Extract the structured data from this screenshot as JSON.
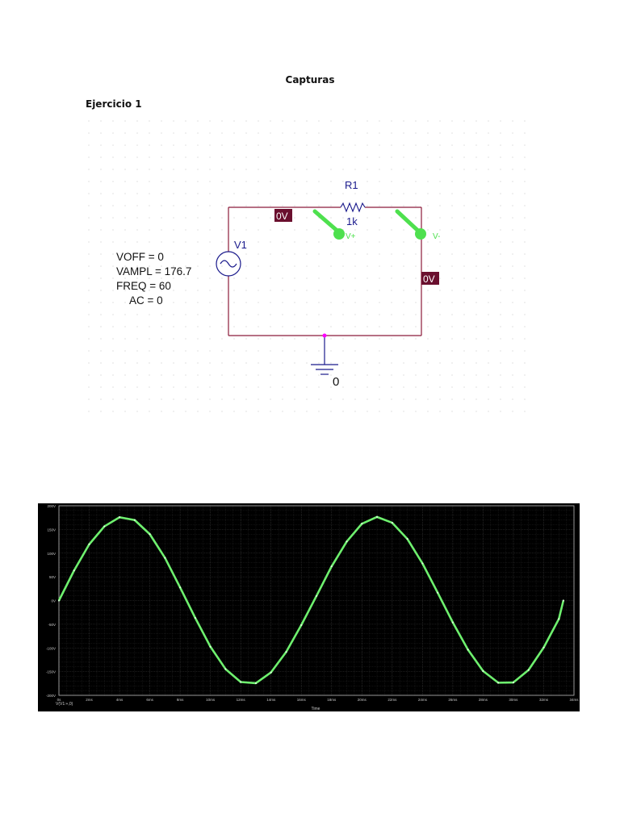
{
  "document": {
    "title": "Capturas",
    "section_title": "Ejercicio 1"
  },
  "schematic": {
    "resistor": {
      "ref": "R1",
      "value": "1k"
    },
    "source": {
      "ref": "V1",
      "params": [
        "VOFF = 0",
        "VAMPL = 176.7",
        "FREQ = 60",
        "AC = 0"
      ]
    },
    "voltage_markers": [
      "0V",
      "0V"
    ],
    "probes": {
      "positive": "V+",
      "negative": "V-"
    },
    "ground_label": "0",
    "colors": {
      "wire": "#8b1a3a",
      "label_text": "#1a1a8c",
      "marker_bg": "#6a0f2e",
      "probe": "#4ee04e",
      "node": "#ff00ff"
    }
  },
  "chart_data": {
    "type": "line",
    "title": "",
    "xlabel": "Time",
    "ylabel": "",
    "xlim": [
      0,
      34
    ],
    "ylim": [
      -200,
      200
    ],
    "x_unit": "ms",
    "x_ticks": [
      "0s",
      "2ms",
      "4ms",
      "6ms",
      "8ms",
      "10ms",
      "12ms",
      "14ms",
      "16ms",
      "18ms",
      "20ms",
      "22ms",
      "24ms",
      "26ms",
      "28ms",
      "30ms",
      "32ms",
      "34ms"
    ],
    "y_ticks": [
      {
        "value": 200,
        "label": "200V"
      },
      {
        "value": 150,
        "label": "150V"
      },
      {
        "value": 100,
        "label": "100V"
      },
      {
        "value": 50,
        "label": "50V"
      },
      {
        "value": 0,
        "label": "0V"
      },
      {
        "value": -50,
        "label": "-50V"
      },
      {
        "value": -100,
        "label": "-100V"
      },
      {
        "value": -150,
        "label": "-150V"
      },
      {
        "value": -200,
        "label": "-200V"
      }
    ],
    "series": [
      {
        "name": "V(V1:+,0)",
        "color": "#6ef06e",
        "x": [
          0,
          1,
          2,
          3,
          4,
          5,
          6,
          7,
          8,
          9,
          10,
          11,
          12,
          13,
          14,
          15,
          16,
          17,
          18,
          19,
          20,
          21,
          22,
          23,
          24,
          25,
          26,
          27,
          28,
          29,
          30,
          31,
          32,
          33,
          33.3
        ],
        "y": [
          0,
          63.4,
          118.7,
          156.5,
          175.7,
          169.8,
          140.0,
          90.1,
          27.6,
          -36.8,
          -97.4,
          -144.6,
          -171.9,
          -174.4,
          -151.5,
          -108.5,
          -51.7,
          9.7,
          72.1,
          124.6,
          162.1,
          176.4,
          164.1,
          130.0,
          78.3,
          16.7,
          -46.2,
          -103.6,
          -148.7,
          -173.4,
          -172.8,
          -146.6,
          -99.2,
          -39.0,
          0
        ]
      }
    ],
    "grid": true,
    "background": "#000000",
    "grid_color": "#3a3a3a",
    "legend": "bottom-left",
    "legend_entry": "V(V1:+,0)"
  }
}
